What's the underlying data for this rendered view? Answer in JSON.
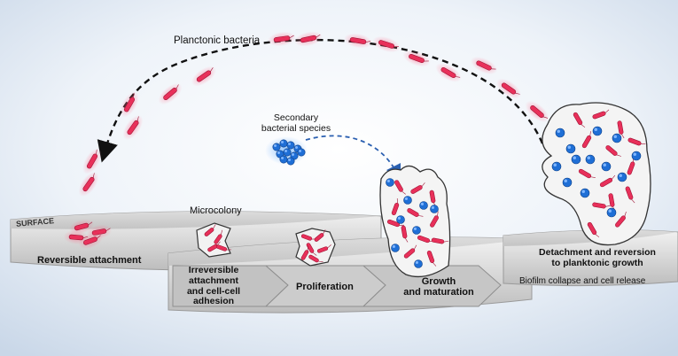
{
  "labels": {
    "planktonic": "Planctonic bacteria",
    "secondary_line1": "Secondary",
    "secondary_line2": "bacterial species",
    "microcolony": "Microcolony",
    "surface": "SURFACE",
    "stage1": "Reversible attachment",
    "stage2_line1": "Irreversible",
    "stage2_line2": "attachment",
    "stage2_line3": "and cell-cell",
    "stage2_line4": "adhesion",
    "stage3": "Proliferation",
    "stage4_line1": "Growth",
    "stage4_line2": "and maturation",
    "stage5_line1": "Detachment  and reversion",
    "stage5_line2": "to planktonic growth",
    "stage5_sub": "Biofilm collapse and cell release"
  },
  "colors": {
    "bacteria": "#e8305a",
    "secondary_species": "#1f6fd6",
    "platform": "#d2d2d2",
    "platform_edge": "#9a9a9a",
    "biofilm": "#f4f4f4",
    "arrow_planktonic": "#111111",
    "arrow_secondary": "#2a5fb0"
  }
}
